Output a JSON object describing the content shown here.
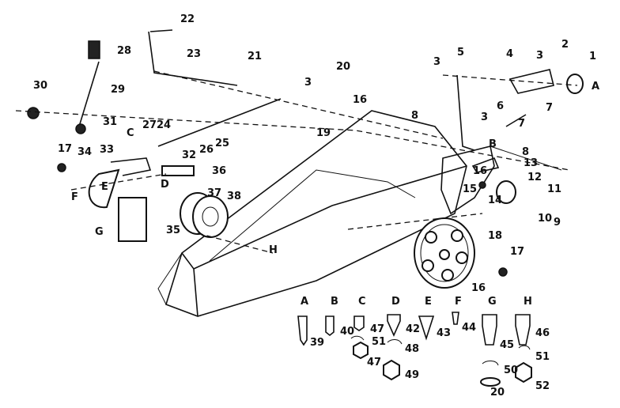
{
  "callouts": [
    "1",
    "2",
    "3",
    "3",
    "3",
    "3",
    "4",
    "5",
    "6",
    "7",
    "7",
    "8",
    "8",
    "9",
    "10",
    "11",
    "12",
    "13",
    "14",
    "15",
    "16",
    "16",
    "16",
    "17",
    "17",
    "18",
    "19",
    "20",
    "21",
    "22",
    "23",
    "24",
    "25",
    "26",
    "27",
    "28",
    "29",
    "30",
    "31",
    "32",
    "33",
    "34",
    "35",
    "36",
    "37",
    "38"
  ],
  "refs": [
    "A",
    "B",
    "C",
    "D",
    "E",
    "F",
    "G",
    "H",
    "A",
    "B",
    "C",
    "D",
    "E",
    "F",
    "G",
    "H"
  ],
  "hardware_keys": [
    "A",
    "B",
    "C",
    "D",
    "E",
    "F",
    "G",
    "H"
  ],
  "hardware_numbers": [
    "39",
    "40",
    "47",
    "51",
    "47",
    "42",
    "48",
    "49",
    "43",
    "44",
    "45",
    "50",
    "20",
    "46",
    "51",
    "52"
  ]
}
